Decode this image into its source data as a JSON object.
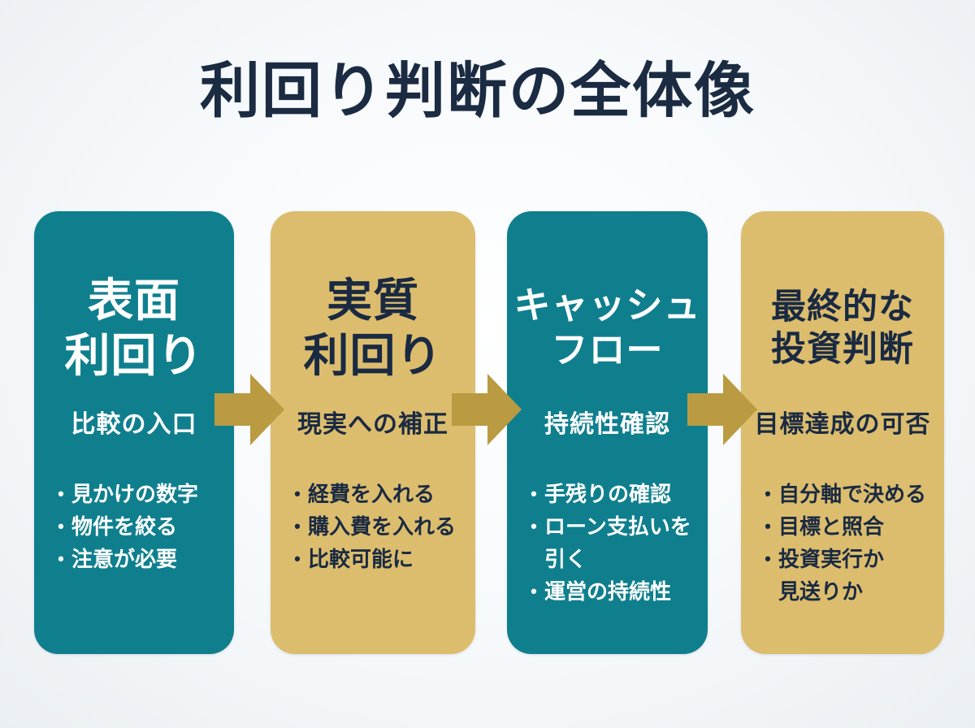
{
  "title": "利回り判断の全体像",
  "bullet_marker": "•",
  "colors": {
    "background": "#f2f6f8",
    "teal_card": "#0f7f8e",
    "gold_card": "#dcbd6e",
    "arrow_gold": "#ba9b41",
    "navy_text": "#1b2b42",
    "white_text": "#ffffff"
  },
  "steps": [
    {
      "id": "surface-yield",
      "theme": "teal",
      "title": "表面\n利回り",
      "subtitle": "比較の入口",
      "bullets": [
        "見かけの数字",
        "物件を絞る",
        "注意が必要"
      ]
    },
    {
      "id": "net-yield",
      "theme": "gold",
      "title": "実質\n利回り",
      "subtitle": "現実への補正",
      "bullets": [
        "経費を入れる",
        "購入費を入れる",
        "比較可能に"
      ]
    },
    {
      "id": "cash-flow",
      "theme": "teal",
      "title": "キャッシュ\nフロー",
      "subtitle": "持続性確認",
      "bullets": [
        "手残りの確認",
        "ローン支払いを\n引く",
        "運営の持続性"
      ]
    },
    {
      "id": "final-decision",
      "theme": "gold",
      "title": "最終的な\n投資判断",
      "subtitle": "目標達成の可否",
      "bullets": [
        "自分軸で決める",
        "目標と照合",
        "投資実行か\n見送りか"
      ]
    }
  ]
}
